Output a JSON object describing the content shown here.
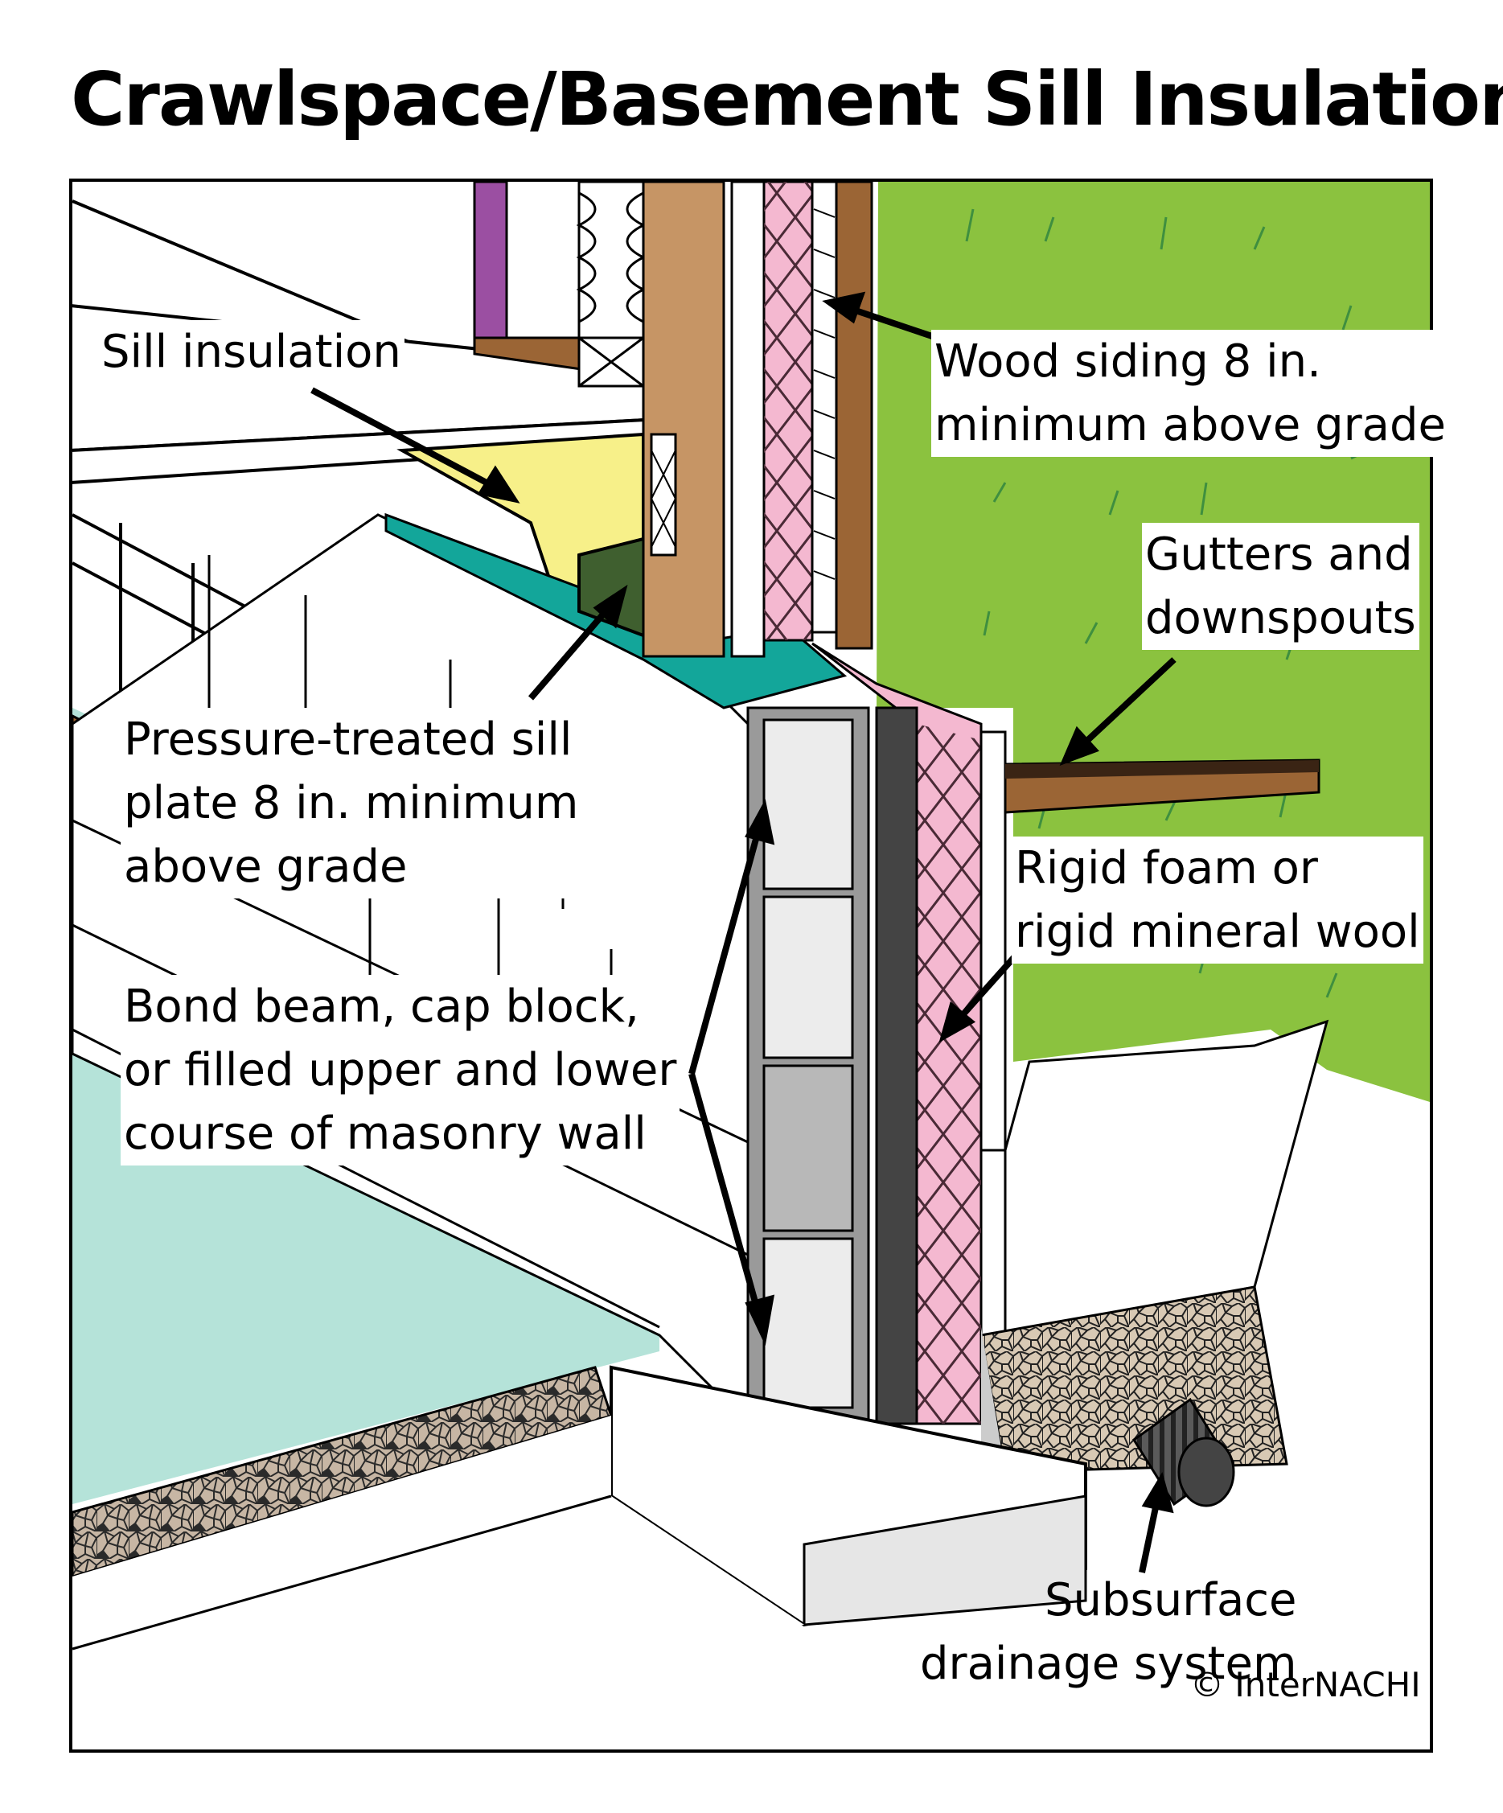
{
  "title": "Crawlspace/Basement Sill Insulation",
  "labels": {
    "sill_insulation": "Sill insulation",
    "wood_siding": [
      "Wood siding 8 in.",
      "minimum above grade"
    ],
    "gutters": [
      "Gutters and",
      "downspouts"
    ],
    "sill_plate": [
      "Pressure-treated sill",
      "plate 8 in. minimum",
      "above grade"
    ],
    "rigid_foam": [
      "Rigid foam or",
      "rigid mineral wool"
    ],
    "bond_beam": [
      "Bond beam, cap block,",
      "or filled upper and lower",
      "course of masonry wall"
    ],
    "drainage": [
      "Subsurface",
      "drainage system"
    ]
  },
  "credit": "© InterNACHI",
  "colors": {
    "grass": "#8bc23f",
    "crawlspace": "#b5e3d9",
    "wood": "#9b6535",
    "siding": "#c69565",
    "insulation_yellow": "#f7f089",
    "rigid_pink": "#f4b8d0",
    "sill_gasket": "#13a69a",
    "sill_plate": "#3f5f2f",
    "purple": "#9b4fa2",
    "block_gray": "#dcdcdc",
    "gravel": "#b0a090"
  }
}
